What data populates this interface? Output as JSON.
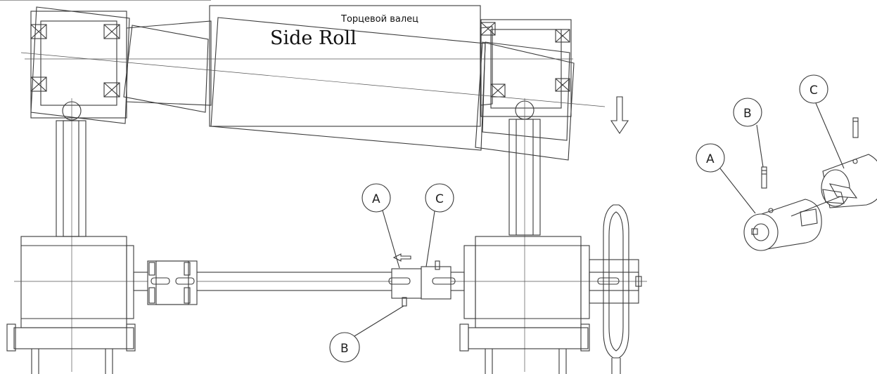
{
  "title_ru": "Торцевой валец",
  "title_en": "Side Roll",
  "labels": {
    "main_a": "A",
    "main_b": "B",
    "main_c": "C",
    "detail_a": "A",
    "detail_b": "B",
    "detail_c": "C"
  },
  "icons": [
    "down-arrow-icon",
    "left-arrow-icon",
    "bearing-cross-icon"
  ]
}
